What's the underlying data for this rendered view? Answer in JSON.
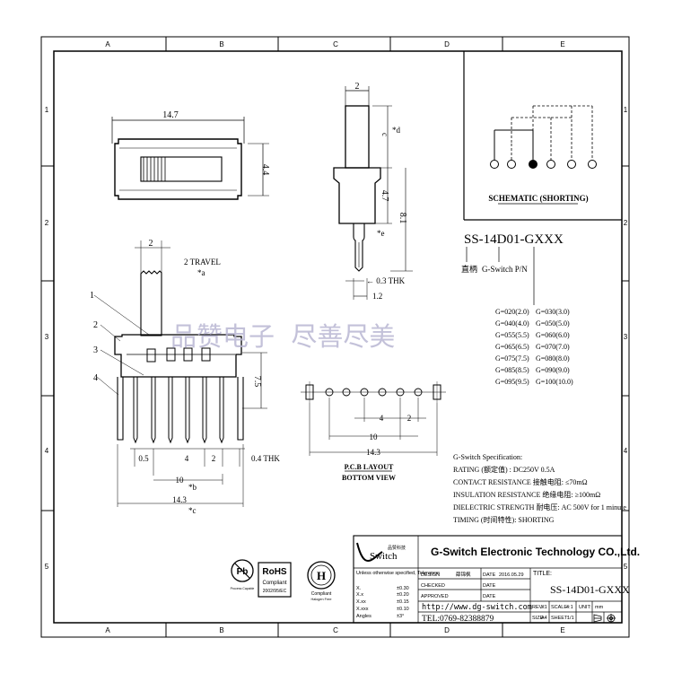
{
  "grid": {
    "columns": [
      "A",
      "B",
      "C",
      "D",
      "E"
    ],
    "rows": [
      "1",
      "2",
      "3",
      "4",
      "5"
    ]
  },
  "top_view": {
    "width_dim": "14.7",
    "height_dim": "4.4"
  },
  "side_view": {
    "dim_top": "2",
    "dim_c": "c",
    "dim_d": "d",
    "dim_4_7": "4.7",
    "dim_8_1": "8.1",
    "dim_e": "e",
    "dim_thk": "0.3 THK",
    "dim_1_2": "1.2"
  },
  "front_view": {
    "dim_top": "2",
    "travel": "2 TRAVEL",
    "travel_ref": "a",
    "callouts": [
      "1",
      "2",
      "3",
      "4"
    ],
    "dim_7_5": "7.5",
    "dim_0_5": "0.5",
    "dim_4": "4",
    "dim_2": "2",
    "dim_0_4": "0.4 THK",
    "dim_10": "10",
    "dim_b": "b",
    "dim_14_3": "14.3",
    "dim_c": "c"
  },
  "watermark": "品赞电子  尽善尽美",
  "schematic": {
    "title": "SCHEMATIC (SHORTING)"
  },
  "part_number": {
    "name": "SS-14D01-GXXX",
    "chinese_label": "直柄",
    "caption": "G-Switch P/N"
  },
  "g_options": [
    [
      "G=020(2.0)",
      "G=030(3.0)"
    ],
    [
      "G=040(4.0)",
      "G=050(5.0)"
    ],
    [
      "G=055(5.5)",
      "G=060(6.0)"
    ],
    [
      "G=065(6.5)",
      "G=070(7.0)"
    ],
    [
      "G=075(7.5)",
      "G=080(8.0)"
    ],
    [
      "G=085(8.5)",
      "G=090(9.0)"
    ],
    [
      "G=095(9.5)",
      "G=100(10.0)"
    ]
  ],
  "pcb_layout": {
    "dim_4": "4",
    "dim_2": "2",
    "dim_10": "10",
    "dim_14_3": "14.3",
    "title": "P.C.B LAYOUT",
    "subtitle": "BOTTOM VIEW"
  },
  "specification": {
    "heading": "G-Switch Specification:",
    "lines": [
      "RATING (额定值) : DC250V 0.5A",
      "CONTACT RESISTANCE 接触电阻: ≤70mΩ",
      "INSULATION RESISTANCE 绝缘电阻: ≥100mΩ",
      "DIELECTRIC STRENGTH 耐电压: AC 500V for 1 minute",
      "TIMING  (时间特性): SHORTING"
    ]
  },
  "title_block": {
    "logo_small": "品赞科技",
    "logo_text": "Switch",
    "company": "G-Switch Electronic Technology CO.,Ltd.",
    "cert_pb": "Pb",
    "cert_pb_caption": "Process Capable",
    "cert_rohs": "RoHS",
    "cert_rohs_line1": "Compliant",
    "cert_rohs_line2": "2002/95/EC",
    "cert_h": "H",
    "cert_h_caption": "Compliant",
    "cert_h_caption2": "Halogen Free",
    "tolerance_header": "Unless otherwise specified, Tolerance:",
    "tolerances": [
      {
        "label": "X.",
        "value": "±0.30"
      },
      {
        "label": "X.x",
        "value": "±0.20"
      },
      {
        "label": "X.xx",
        "value": "±0.15"
      },
      {
        "label": "X.xxx",
        "value": "±0.10"
      },
      {
        "label": "Angles",
        "value": "±3°"
      }
    ],
    "design_label": "DESIGN",
    "designer": "薛锦枫",
    "date_label": "DATE",
    "date_value": "2016.05.29",
    "checked_label": "CHECKED",
    "approved_label": "APPROVED",
    "website": "http://www.dg-switch.com",
    "phone": "TEL:0769-82388879",
    "title_label": "TITLE:",
    "title_value": "SS-14D01-GXXX",
    "rev_label": "REV.:",
    "rev_value": "X1",
    "scale_label": "SCALE:",
    "scale_value": "4:1",
    "unit_label": "UNIT:",
    "unit_value": "mm",
    "size_label": "SIZE:",
    "size_value": "A4",
    "sheet_label": "SHEET:",
    "sheet_value": "1/1"
  }
}
